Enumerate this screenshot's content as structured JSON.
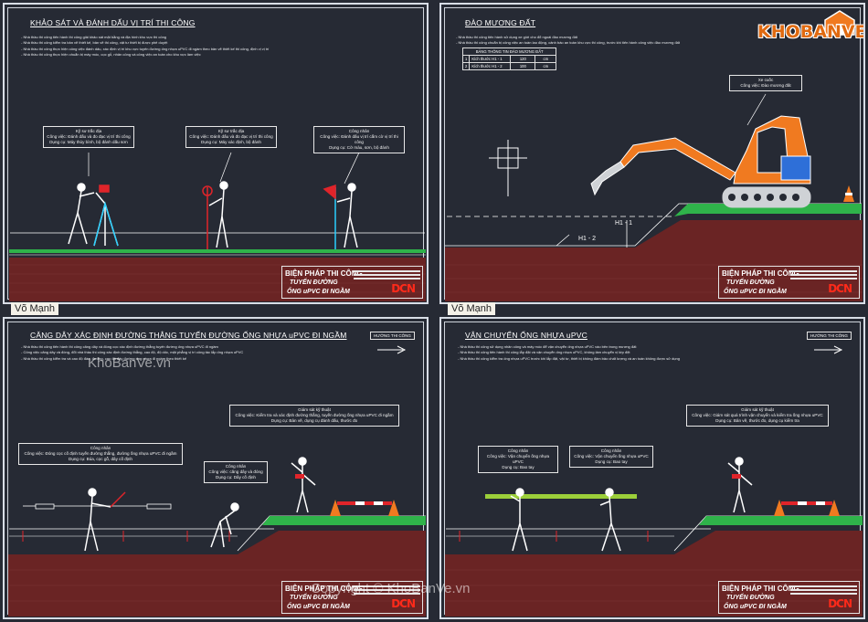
{
  "panels": {
    "p1": {
      "title": "KHẢO SÁT VÀ ĐÁNH DẤU VỊ TRÍ THI CÔNG",
      "notes": [
        "Nhà thầu thi công tiến hành thi công giải khảo sát mặt bằng và địa hình khu vực thi công",
        "Nhà thầu thi công kiểm tra bản vẽ thiết kế, bản vẽ thi công, vật tư thiết bị được phê duyệt",
        "Nhà thầu thi công thực hiện công việc đánh dấu, xác định vị trí khu vực tuyến đường ống nhựa uPVC đi ngầm theo bản vẽ thiết kế thi công, định vị vị trí",
        "Nhà thầu thi công thực hiện chuẩn bị máy móc, cọc gỗ, nhân công và công việc an toàn cho khu vực làm việc"
      ],
      "callouts": [
        {
          "title": "Kỹ sư trắc địa",
          "text": "Công việc: Đánh dấu và đo đạc vị trí thi công\nDụng cụ: Máy thủy bình, bộ đánh dấu sơn"
        },
        {
          "title": "Kỹ sư trắc địa",
          "text": "Công việc: Đánh dấu và đo đạc vị trí thi công\nDụng cụ: Máy xác định, bộ đánh"
        },
        {
          "title": "Công nhân",
          "text": "Công việc: Đánh dấu vị trí cắm cờ vị trí thi công\nDụng cụ: Cờ màu, sơn, bộ đánh"
        }
      ],
      "tag": "Võ Mạnh"
    },
    "p2": {
      "title": "ĐÀO MƯƠNG ĐẤT",
      "notes": [
        "Nhà thầu thi công tiến hành sử dụng xe giới cho đổ ngoài đào mương đất",
        "Nhà thầu thi công chuẩn bị công việc an toàn lao động, cảnh báo an toàn khu vực thi công, trước khi tiến hành công việc đào mương đất"
      ],
      "table_title": "BẢNG THÔNG TIN ĐÀO MƯƠNG ĐẤT",
      "table_rows": [
        [
          "1",
          "Kích thước H1 - 1",
          "120",
          "cm"
        ],
        [
          "2",
          "Kích thước H1 - 2",
          "100",
          "cm"
        ]
      ],
      "callout": {
        "title": "Xe cuốc",
        "text": "Công việc: Đào mương đất"
      },
      "label_h11": "H1 - 1",
      "label_h12": "H1 - 2",
      "tag": "Võ Mạnh"
    },
    "p3": {
      "title": "CĂNG DÂY XÁC ĐỊNH ĐƯỜNG THẲNG TUYẾN ĐƯỜNG ỐNG NHỰA uPVC ĐI NGẦM",
      "direction": "HƯỚNG THI CÔNG",
      "notes": [
        "Nhà thầu thi công tiến hành thi công căng dây và đóng cọc xác định đường thẳng tuyến đường ống nhựa uPVC đi ngầm",
        "Công việc căng dây và đóng, đổi nhà thầu thi công xác định đường thẳng, cao độ, độ dốc, mặt phẳng vị trí công tác lắp ống nhựa uPVC",
        "Nhà thầu thi công kiểm tra và cao độ đào, đường, cao độ đáy đường ống nhựa đi ngầm theo thiết kế"
      ],
      "callouts": [
        {
          "title": "Công nhân",
          "text": "Công việc: Đóng cọc cố định tuyến đường thẳng, đường ống nhựa uPVC đi ngầm\nDụng cụ: Búa, cọc gỗ, dây cố định"
        },
        {
          "title": "Công nhân",
          "text": "Công việc: căng dây và đóng\nDụng cụ: Dây cố định"
        },
        {
          "title": "Giám sát kỹ thuật",
          "text": "Công việc: Kiểm tra và xác định đường thẳng, tuyến đường ống nhựa uPVC đi ngầm\nDụng cụ: Bản vẽ, dụng cụ đánh dấu, thước đo"
        }
      ]
    },
    "p4": {
      "title": "VẬN CHUYỂN ỐNG NHỰA uPVC",
      "direction": "HƯỚNG THI CÔNG",
      "notes": [
        "Nhà thầu thi công sử dụng nhân công và máy móc để vận chuyển ống nhựa uPVC vào bên trong mương đất",
        "Nhà thầu thi công tiến hành thi công lắp đặt và vận chuyển ống nhựa uPVC, không làm chuyển vị lớp đệt",
        "Nhà thầu thi công kiểm tra ống nhựa uPVC trước khi lắp đặt, vật tư, thiết bị không đảm bảo chất lượng và an toàn không được sử dụng"
      ],
      "callouts": [
        {
          "title": "Công nhân",
          "text": "Công việc: Vận chuyển ống nhựa uPVC\nDụng cụ: Bao tay"
        },
        {
          "title": "Công nhân",
          "text": "Công việc: Vận chuyển ống nhựa uPVC\nDụng cụ: Bao tay"
        },
        {
          "title": "Giám sát kỹ thuật",
          "text": "Công việc: Giám sát quá trình vận chuyển và kiểm tra ống nhựa uPVC\nDụng cụ: Bản vẽ, thước đo, dụng cụ kiểm tra"
        }
      ]
    }
  },
  "title_block": {
    "line1": "BIỆN PHÁP THI CÔNG",
    "line2": "TUYẾN ĐƯỜNG",
    "line3": "ỐNG uPVC ĐI NGẦM",
    "logo": "DCN"
  },
  "watermarks": {
    "brand": "KHOBANVE",
    "center": "KhoBanVe.vn",
    "copyright": "Copyright © KhoBanVe.vn"
  },
  "colors": {
    "background": "#262a34",
    "soil": "#6a2424",
    "grass": "#2fb34a",
    "excavator": "#f07a20",
    "safety_red": "#e0242a",
    "rope": "#2ad0ff"
  }
}
